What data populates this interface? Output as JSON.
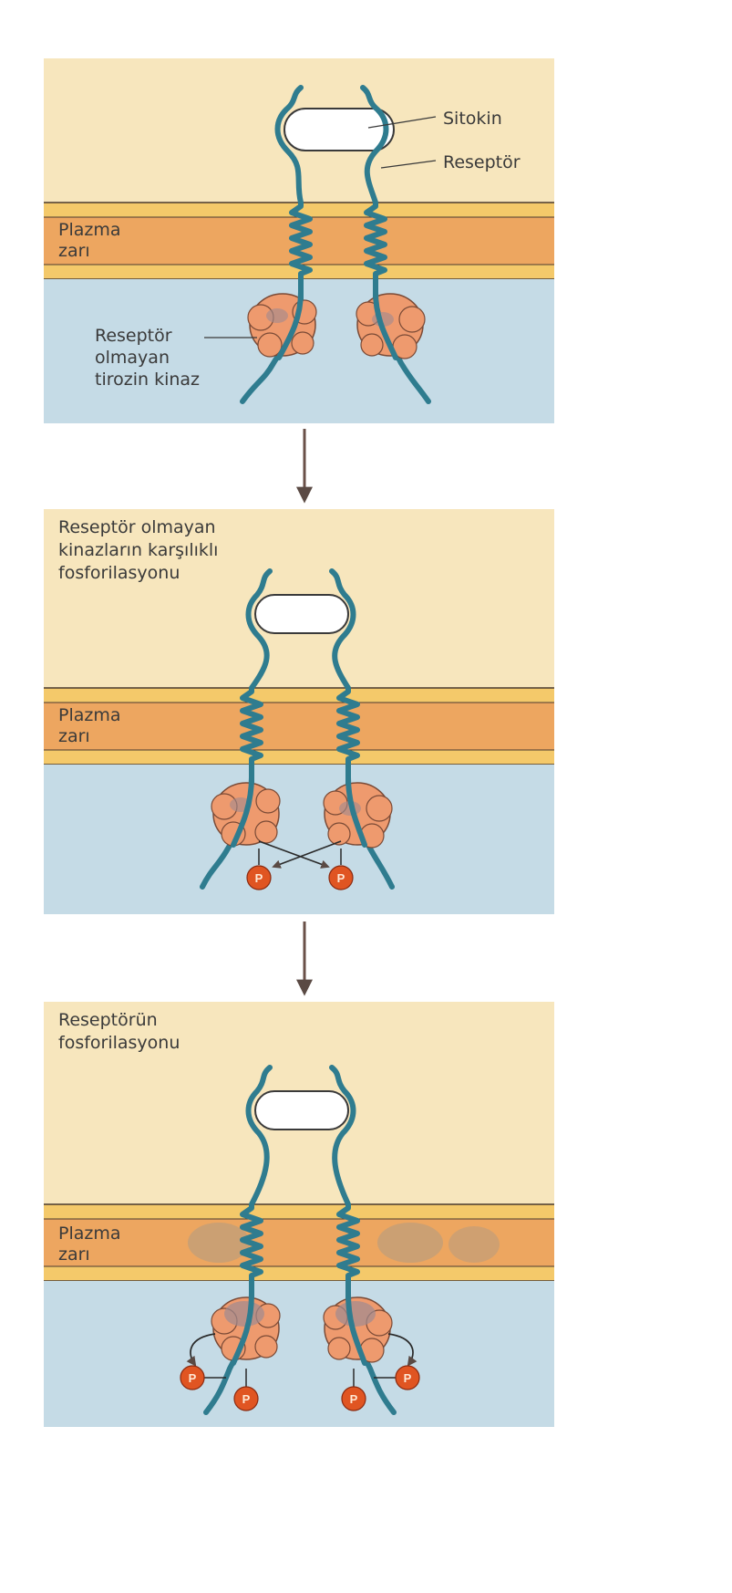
{
  "panels": [
    {
      "title_lines": [],
      "membrane_label": [
        "Plazma",
        "zarı"
      ],
      "cytokine_label": "Sitokin",
      "receptor_label": "Reseptör",
      "kinase_label": [
        "Reseptör",
        "olmayan",
        "tirozin kinaz"
      ]
    },
    {
      "title_lines": [
        "Reseptör olmayan",
        "kinazların karşılıklı",
        "fosforilasyonu"
      ],
      "membrane_label": [
        "Plazma",
        "zarı"
      ],
      "phosphate_symbol": "P"
    },
    {
      "title_lines": [
        "Reseptörün",
        "fosforilasyonu"
      ],
      "membrane_label": [
        "Plazma",
        "zarı"
      ],
      "phosphate_symbol": "P"
    }
  ],
  "colors": {
    "extracellular": "#f7e6bd",
    "membrane_outer": "#f4c96a",
    "membrane_core": "#eda660",
    "cytoplasm": "#c5dbe6",
    "receptor": "#2f7c8f",
    "kinase": "#ee9a6e",
    "kinase_shadow": "#a08a90",
    "phosphate": "#e05522",
    "arrow": "#6a5048"
  }
}
